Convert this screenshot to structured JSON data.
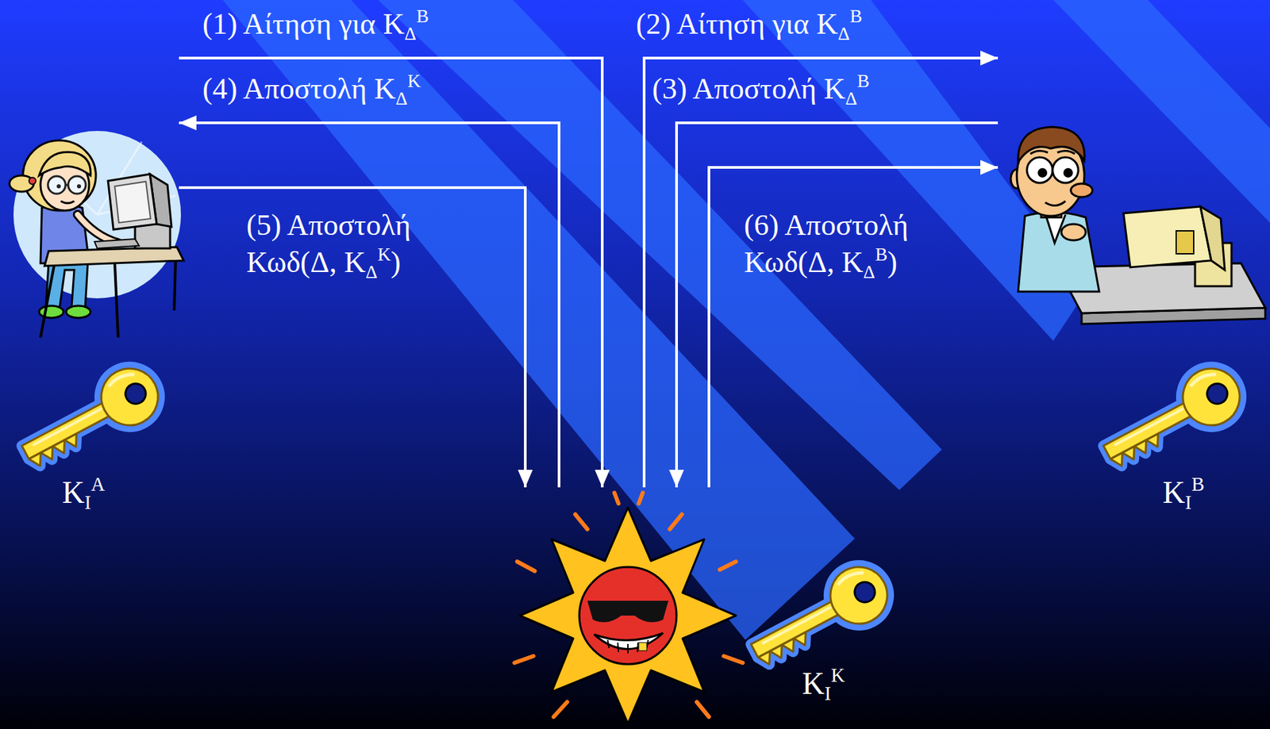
{
  "diagram": {
    "nodes": [
      {
        "text": [
          "ΚΙΑ"
        ]
      },
      {
        "text": [
          "ΚΙΒ"
        ]
      },
      {
        "text": [
          "ΚΙΚ"
        ]
      }
    ],
    "edges": [
      {
        "from": 0,
        "to": 2,
        "arrow": "to",
        "label": "(1) Αίτηση για ΚΔΒ"
      },
      {
        "from": 2,
        "to": 1,
        "arrow": "to",
        "label": "(2) Αίτηση για ΚΔΒ"
      },
      {
        "from": 1,
        "to": 2,
        "arrow": "to",
        "label": "(3) Αποστολή ΚΔΒ"
      },
      {
        "from": 2,
        "to": 0,
        "arrow": "to",
        "label": "(4) Αποστολή ΚΔΚ"
      },
      {
        "from": 0,
        "to": 2,
        "arrow": "to",
        "label": "(5) Αποστολή Κωδ(Δ, ΚΔΚ)"
      },
      {
        "from": 2,
        "to": 1,
        "arrow": "to",
        "label": "(6) Αποστολή Κωδ(Δ, ΚΔΒ)"
      }
    ]
  }
}
